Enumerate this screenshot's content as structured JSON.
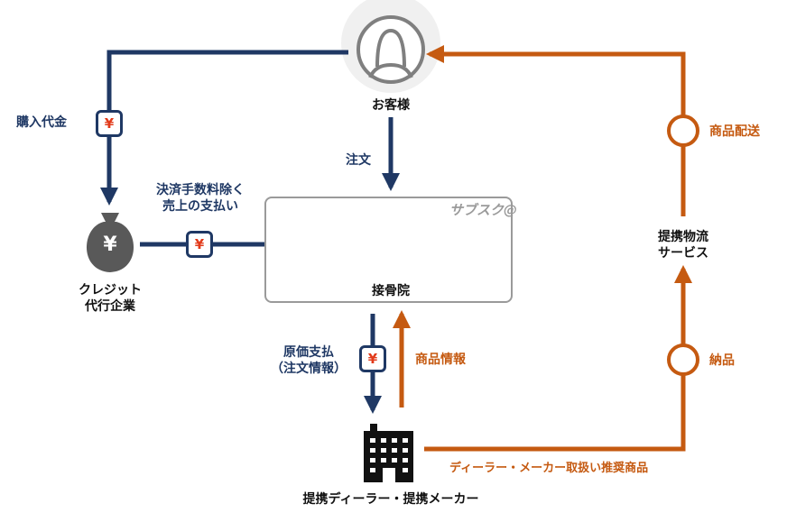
{
  "nodes": {
    "customer": "お客様",
    "clinic": "接骨院",
    "credit": [
      "クレジット",
      "代行企業"
    ],
    "logistics": [
      "提携物流",
      "サービス"
    ],
    "maker": "提携ディーラー・提携メーカー"
  },
  "edges": {
    "purchase_price": "購入代金",
    "order": "注文",
    "sales_payment": [
      "決済手数料除く",
      "売上の支払い"
    ],
    "cost_payment": [
      "原価支払",
      "（注文情報）"
    ],
    "product_info": "商品情報",
    "product_delivery": "商品配送",
    "delivery_in": "納品",
    "dealer_products": "ディーラー・メーカー取扱い推奨商品"
  },
  "watermark": "サブスク@",
  "symbols": {
    "yen": "¥"
  },
  "icons": [
    "person-icon",
    "money-bag-icon",
    "storefront-icon",
    "building-icon",
    "yen-badge-icon",
    "ring-marker-icon"
  ],
  "colors": {
    "navy": "#1f3864",
    "orange": "#c55a11",
    "gray": "#595959",
    "box_border": "#9a9a9a"
  }
}
